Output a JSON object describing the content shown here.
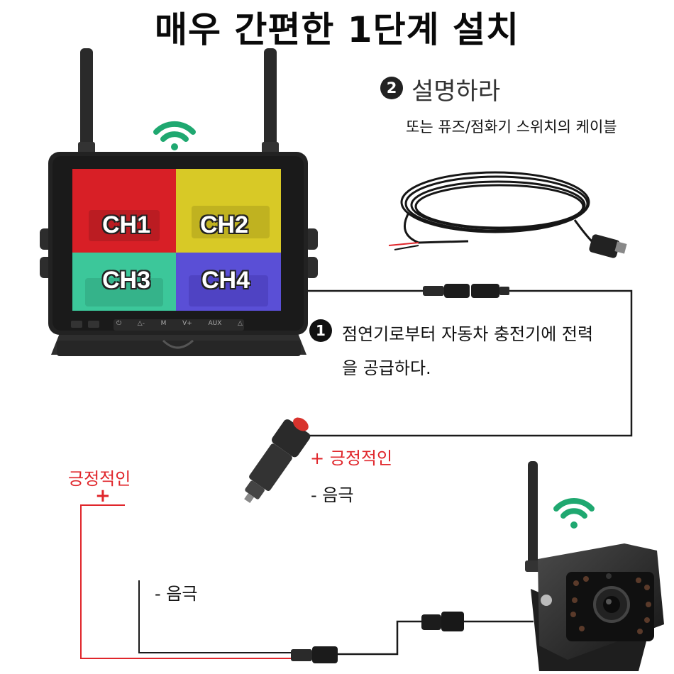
{
  "title": "매우 간편한 1단계 설치",
  "step2": {
    "number": "❷",
    "title": "설명하라",
    "description": "또는 퓨즈/점화기 스위치의 케이블"
  },
  "step1": {
    "number": "❶",
    "line1": "점연기로부터 자동차 충전기에 전력",
    "line2": "을 공급하다."
  },
  "plug_labels": {
    "positive": "+ 긍정적인",
    "negative": "-  음극"
  },
  "wire_labels": {
    "positive": "긍정적인",
    "positive_sign": "+",
    "negative": "- 음극"
  },
  "monitor": {
    "channels": [
      "CH1",
      "CH2",
      "CH3",
      "CH4"
    ],
    "buttons": [
      "⏻",
      "△-",
      "M",
      "V+",
      "AUX",
      "△"
    ]
  },
  "colors": {
    "ch1": "#d81f26",
    "ch2": "#d8c926",
    "ch3": "#3cc79a",
    "ch4": "#5a4fd6",
    "wifi": "#1fa870",
    "positive_wire": "#e0262b",
    "cable": "#1a1a1a"
  }
}
